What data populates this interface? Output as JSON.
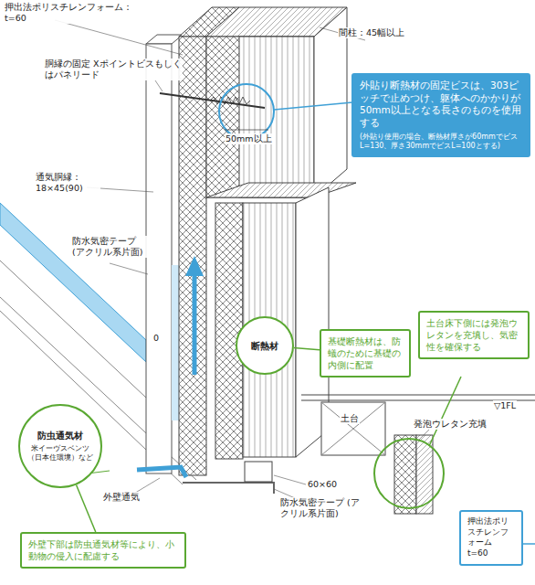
{
  "diagram": {
    "nodes": [
      {
        "text": [
          "外貼り断熱材の固定ビスは、303ピッチで止めつけ、躯体へのかかりが50mm以上となる長さのものを使用する",
          "(外貼り使用の場合、断熱材厚さが60mmでビスL=130、厚さ30mmでビスL=100とする)"
        ]
      },
      {
        "text": [
          "断熱材"
        ]
      },
      {
        "text": [
          "基礎断熱材は、防蟻のために基礎の内側に配置"
        ]
      },
      {
        "text": [
          "土台床下側には発泡ウレタンを充填し、気密性を確保する"
        ]
      },
      {
        "text": [
          "防虫通気材",
          "米イーヴスベンツ（日本住環境）など"
        ]
      },
      {
        "text": [
          "外壁下部は防虫通気材等により、小動物の侵入に配慮する"
        ]
      },
      {
        "text": [
          "押出法ポリスチレンフォーム t=60"
        ]
      }
    ],
    "edges": [
      {
        "from": 1,
        "to": 2,
        "arrow": "none"
      },
      {
        "from": 4,
        "to": 5,
        "arrow": "none"
      }
    ],
    "labels": [
      "押出法ポリスチレンフォーム： t=60",
      "胴縁の固定 Xポイントビスもしくはパネリード",
      "50mm以上",
      "間柱：45幅以上",
      "通気胴縁： 18×45(90)",
      "防水気密テープ (アクリル系片面)",
      "0",
      "▽1FL",
      "土台",
      "発泡ウレタン充填",
      "外壁通気",
      "60×60",
      "防水気密テープ (アクリル系片面)"
    ]
  }
}
